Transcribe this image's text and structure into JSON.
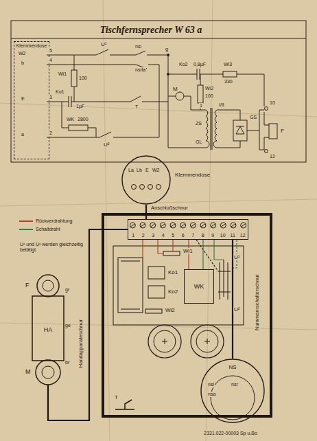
{
  "diagram": {
    "title": "Tischfernsprecher W 63 a",
    "nodes": [
      {
        "text": [
          "Klemmendose"
        ]
      },
      {
        "text": [
          "Klemmendose"
        ]
      },
      {
        "text": [
          "1",
          "2",
          "3",
          "4",
          "5",
          "6",
          "7",
          "8",
          "9",
          "10",
          "11",
          "12"
        ]
      },
      {
        "text": [
          "WK"
        ]
      },
      {
        "text": [
          "NS"
        ]
      },
      {
        "text": [
          "HA"
        ]
      }
    ],
    "edges": [
      {
        "from": 1,
        "to": 2,
        "label": "Anschlußschnur",
        "arrow": "none"
      },
      {
        "from": 5,
        "to": 2,
        "label": "Handapparateschnur",
        "arrow": "none"
      },
      {
        "from": 4,
        "to": 2,
        "label": "Nummernschalterschnur",
        "arrow": "none"
      }
    ],
    "labels": [
      "W2",
      "5",
      "b",
      "4",
      "E",
      "3",
      "a",
      "2",
      "U¹",
      "nsi",
      "nsrla",
      "g",
      "Ko2",
      "0,8µF",
      "Wi3",
      "330",
      "M",
      "Wi2",
      "100",
      "Wi1",
      "100",
      "Ko1",
      "1µF",
      "WK",
      "2800",
      "U²",
      "T",
      "1",
      "ZS",
      "GL",
      "I/II",
      "GS",
      "F",
      "10",
      "12",
      "La",
      "Lb",
      "E",
      "W2",
      "U¹ und U² werden gleichzeitig betätigt.",
      "Wi1",
      "Ko1",
      "Ko2",
      "Wi2",
      "U¹",
      "U²",
      "T",
      "F",
      "M",
      "gr",
      "ge",
      "br",
      "nsi",
      "nsa",
      "nsr",
      "2331.022-00003 Sp u.Bo"
    ],
    "legend": [
      {
        "text": "Rückverdrahtung",
        "color": "#b3412e"
      },
      {
        "text": "Schaltdraht",
        "color": "#3f7a46"
      }
    ]
  }
}
